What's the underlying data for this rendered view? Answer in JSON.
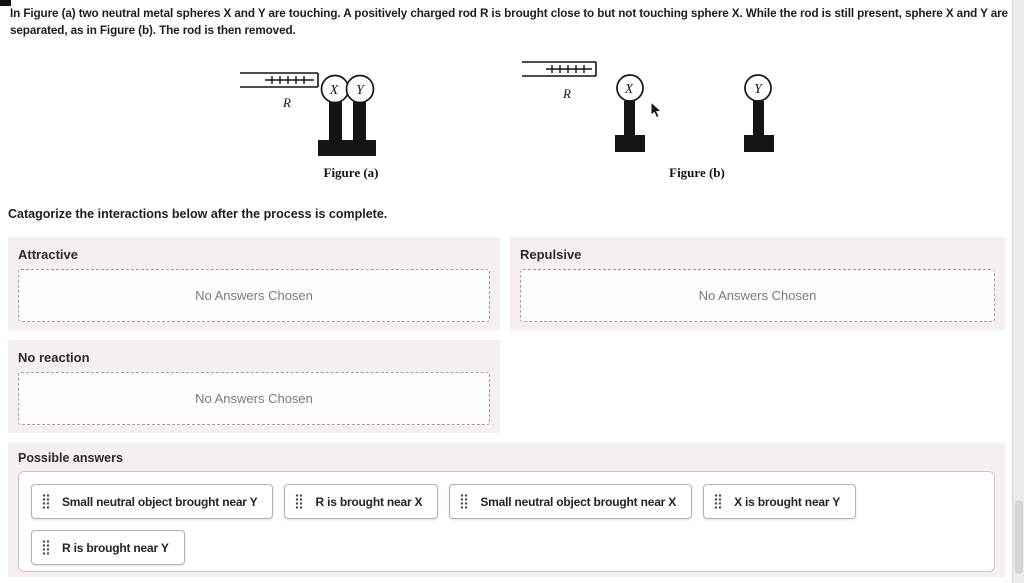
{
  "question": {
    "text": "In Figure (a) two neutral metal spheres X and Y are touching. A positively charged rod R is brought close to but not touching sphere X. While the rod is still present, sphere X and Y are separated, as in Figure (b). The rod is then removed.",
    "instruction": "Catagorize the interactions below after the process is complete."
  },
  "figures": {
    "a": {
      "caption": "Figure (a)",
      "rod_label": "R",
      "sphere_x_label": "X",
      "sphere_y_label": "Y"
    },
    "b": {
      "caption": "Figure (b)",
      "rod_label": "R",
      "sphere_x_label": "X",
      "sphere_y_label": "Y"
    }
  },
  "categories": [
    {
      "label": "Attractive",
      "empty_text": "No Answers Chosen"
    },
    {
      "label": "Repulsive",
      "empty_text": "No Answers Chosen"
    },
    {
      "label": "No reaction",
      "empty_text": "No Answers Chosen"
    }
  ],
  "possible_answers": {
    "label": "Possible answers",
    "items": [
      "Small neutral object brought near Y",
      "R is brought near X",
      "Small neutral object brought near X",
      "X is brought near Y",
      "R is brought near Y"
    ]
  },
  "icons": {
    "drag_handle": "drag-handle-dots",
    "cursor": "mouse-pointer"
  },
  "colors": {
    "panel_bg": "#f5eff2",
    "chip_border": "#b3afb3",
    "empty_text": "#7d787d",
    "figure_ink": "#141414"
  }
}
